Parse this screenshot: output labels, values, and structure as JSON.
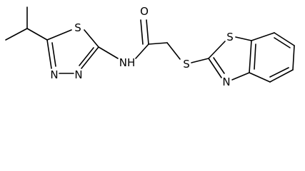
{
  "molecule": {
    "atoms": [
      {
        "id": "S_thiadiazole",
        "label": "S"
      },
      {
        "id": "N_thiadiazole_a",
        "label": "N"
      },
      {
        "id": "N_thiadiazole_b",
        "label": "N"
      },
      {
        "id": "N_amide",
        "label": "NH"
      },
      {
        "id": "O_carbonyl",
        "label": "O"
      },
      {
        "id": "S_thioether",
        "label": "S"
      },
      {
        "id": "S_benzothiazole",
        "label": "S"
      },
      {
        "id": "N_benzothiazole",
        "label": "N"
      }
    ]
  }
}
